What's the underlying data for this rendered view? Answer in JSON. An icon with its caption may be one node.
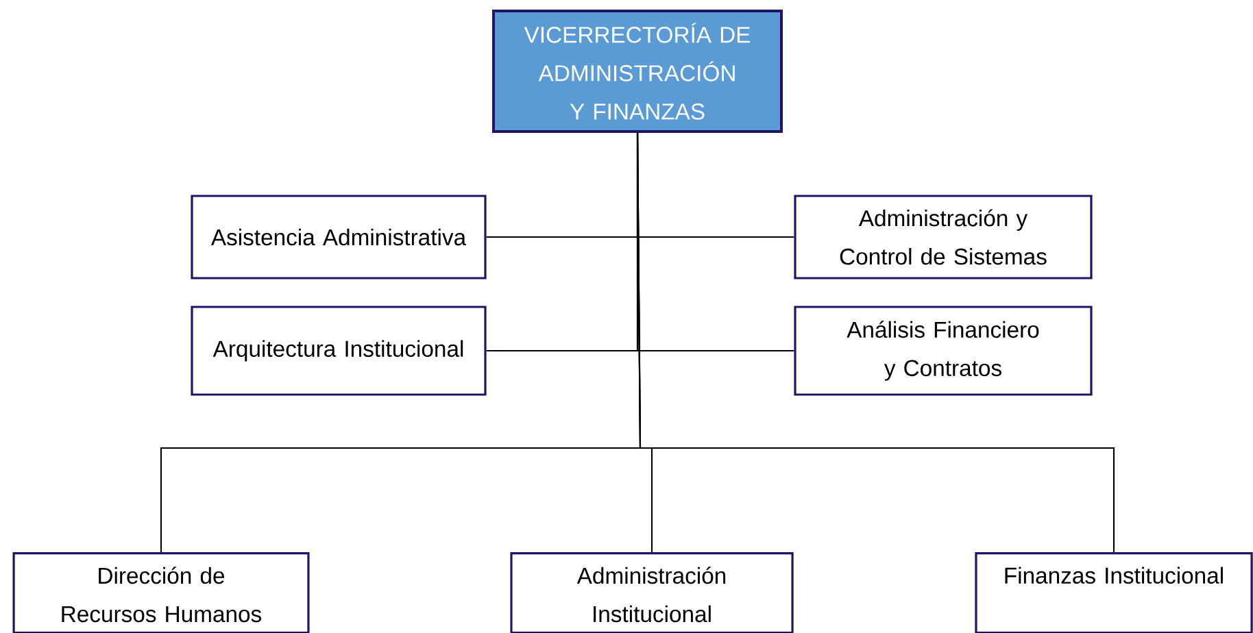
{
  "diagram": {
    "nodes": [
      {
        "text": [
          "VICERRECTORÍA DE ADMINISTRACIÓN Y FINANZAS"
        ]
      },
      {
        "text": [
          "Asistencia Administrativa"
        ]
      },
      {
        "text": [
          "Administración y Control de Sistemas"
        ]
      },
      {
        "text": [
          "Arquitectura Institucional"
        ]
      },
      {
        "text": [
          "Análisis Financiero y Contratos"
        ]
      },
      {
        "text": [
          "Dirección de Recursos Humanos"
        ]
      },
      {
        "text": [
          "Administración Institucional"
        ]
      },
      {
        "text": [
          "Finanzas Institucional"
        ]
      }
    ],
    "edges": [
      {
        "from": 0,
        "to": 1,
        "arrow": "none"
      },
      {
        "from": 0,
        "to": 2,
        "arrow": "none"
      },
      {
        "from": 0,
        "to": 3,
        "arrow": "none"
      },
      {
        "from": 0,
        "to": 4,
        "arrow": "none"
      },
      {
        "from": 0,
        "to": 5,
        "arrow": "none"
      },
      {
        "from": 0,
        "to": 6,
        "arrow": "none"
      },
      {
        "from": 0,
        "to": 7,
        "arrow": "none"
      }
    ]
  }
}
